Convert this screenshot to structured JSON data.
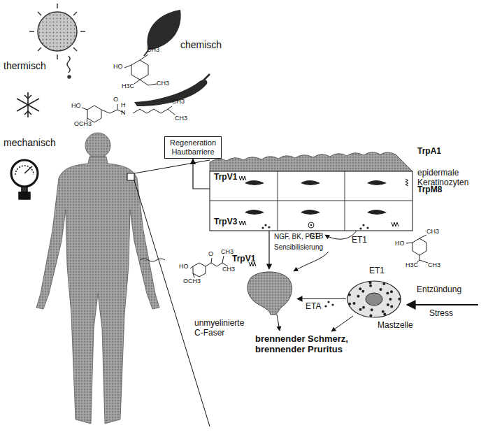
{
  "diagram": {
    "nodes": [
      {
        "text": [
          "epidermale Keratinozyten"
        ]
      },
      {
        "text": [
          "Regeneration Hautbarriere"
        ]
      },
      {
        "text": [
          "unmyelinierte C-Faser"
        ]
      },
      {
        "text": [
          "Mastzelle"
        ]
      }
    ],
    "edges": [
      {
        "from": 0,
        "to": 1,
        "arrow": "to"
      },
      {
        "from": 0,
        "to": 2,
        "arrow": "to"
      },
      {
        "from": 3,
        "to": 2,
        "arrow": "to"
      }
    ],
    "labels": [
      "thermisch",
      "chemisch",
      "mechanisch",
      "CH3",
      "HO",
      "H3C",
      "CH3",
      "HO",
      "OCH3",
      "O",
      "N",
      "H",
      "CH3",
      "CH3",
      "TrpV1",
      "TrpA1",
      "TrpV3",
      "TrpM8",
      "ETB",
      "ET1",
      "CH3",
      "HO",
      "H3C",
      "CH3",
      "NGF, BK, PGE",
      "Sensibilisierung",
      "TrpV1",
      "HO",
      "OCH3",
      "O",
      "CH3",
      "CH3",
      "ETA",
      "ET1",
      "Entzündung",
      "Stress",
      "brennender Schmerz, brennender Pruritus"
    ]
  }
}
